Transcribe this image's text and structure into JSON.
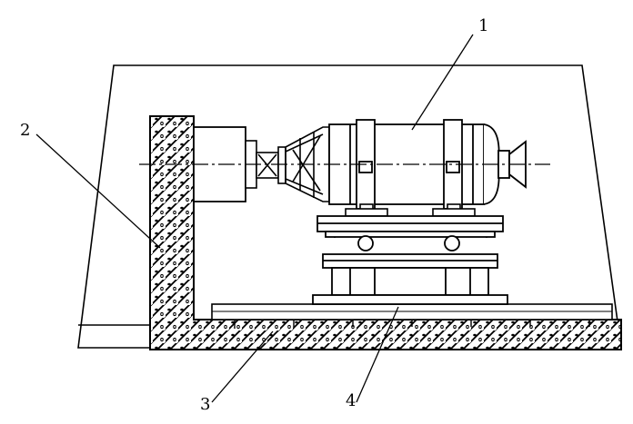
{
  "callouts": [
    {
      "id": "c1",
      "label": "1"
    },
    {
      "id": "c2",
      "label": "2"
    },
    {
      "id": "c3",
      "label": "3"
    },
    {
      "id": "c4",
      "label": "4"
    }
  ],
  "colors": {
    "ink": "#000000",
    "paper": "#ffffff"
  }
}
